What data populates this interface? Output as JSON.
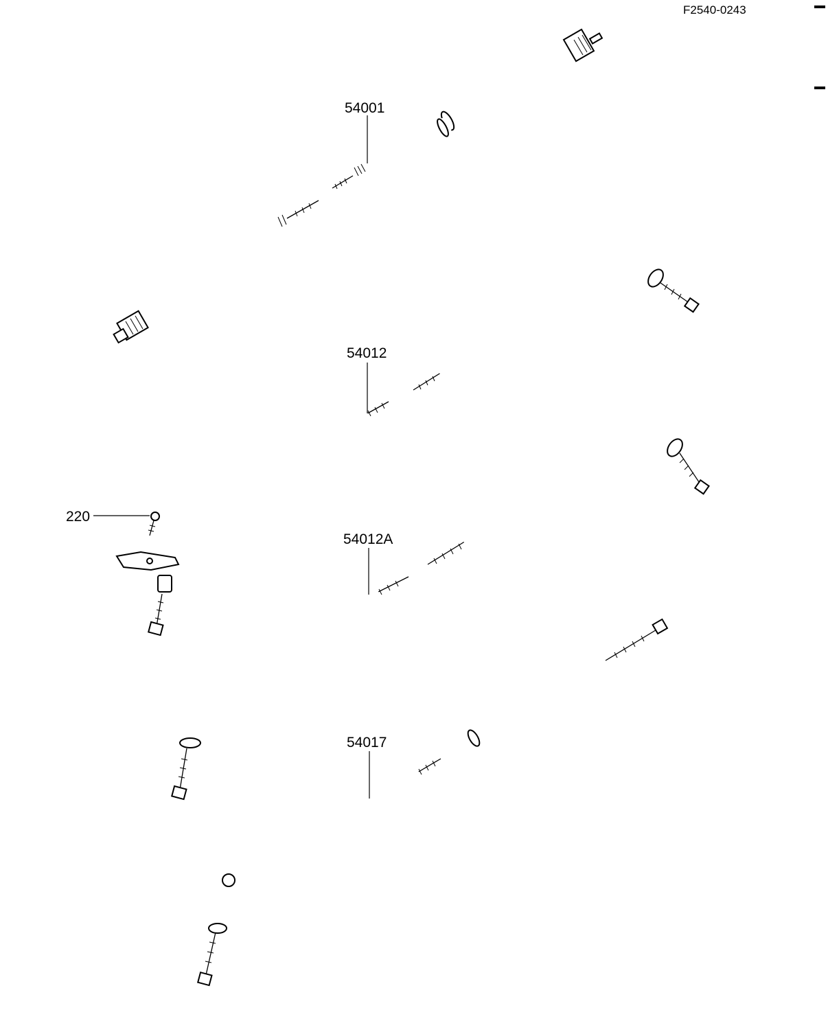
{
  "diagram": {
    "code": "F2540-0243",
    "parts": [
      {
        "id": "speedometer-cable",
        "number": "54001"
      },
      {
        "id": "throttle-cable-accelerator",
        "number": "54012"
      },
      {
        "id": "screw",
        "number": "220"
      },
      {
        "id": "throttle-cable-decelerator",
        "number": "54012A"
      },
      {
        "id": "choke-cable",
        "number": "54017"
      }
    ]
  }
}
